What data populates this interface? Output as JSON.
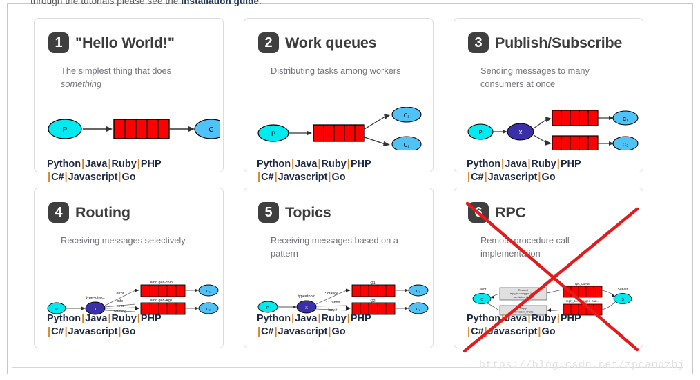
{
  "header_clip": {
    "before": "through the tutorials ",
    "middle": "please see the ",
    "link": "installation guide",
    "after": "."
  },
  "watermark": "https://blog.csdn.net/zpcandzhj",
  "colors": {
    "badge_bg": "#3f3f3f",
    "title": "#3c3c3c",
    "desc": "#73737a",
    "link": "#1f2a44",
    "separator": "#d98425",
    "queue_red": "#ff0000",
    "producer_cyan": "#00eaf0",
    "consumer_blue": "#4fc3f7",
    "exchange_indigo": "#3b2fa8",
    "strike_red": "#e8191b",
    "card_border": "#dcdcdc"
  },
  "languages": {
    "row1": [
      "Python",
      "Java",
      "Ruby",
      "PHP"
    ],
    "row2": [
      "C#",
      "Javascript",
      "Go"
    ],
    "separator": "|"
  },
  "cards": [
    {
      "number": "1",
      "title": "\"Hello World!\"",
      "desc_plain": "The simplest thing that does ",
      "desc_em": "something",
      "diagram": {
        "type": "hello-world",
        "producer": "P",
        "queue_cells": 5,
        "consumer": "C"
      }
    },
    {
      "number": "2",
      "title": "Work queues",
      "desc_plain": "Distributing tasks among workers",
      "desc_em": "",
      "diagram": {
        "type": "work-queues",
        "producer": "P",
        "queue_cells": 5,
        "consumers": [
          "C₁",
          "C₂"
        ]
      }
    },
    {
      "number": "3",
      "title": "Publish/Subscribe",
      "desc_plain": "Sending messages to many consumers at once",
      "desc_em": "",
      "diagram": {
        "type": "pub-sub",
        "producer": "P",
        "exchange": "X",
        "queue_cells": 5,
        "consumers": [
          "C₁",
          "C₂"
        ]
      }
    },
    {
      "number": "4",
      "title": "Routing",
      "desc_plain": "Receiving messages selectively",
      "desc_em": "",
      "diagram": {
        "type": "routing",
        "producer": "P",
        "exchange": "X",
        "exchange_label": "type=direct",
        "queue_names": [
          "amq.gen-S9b...",
          "amq.gen-Ag1..."
        ],
        "bindings_top": [
          "error"
        ],
        "bindings_bottom": [
          "info",
          "error",
          "warning"
        ],
        "consumers": [
          "C₁",
          "C₂"
        ]
      }
    },
    {
      "number": "5",
      "title": "Topics",
      "desc_plain": "Receiving messages based on a pattern",
      "desc_em": "",
      "diagram": {
        "type": "topics",
        "producer": "P",
        "exchange": "X",
        "exchange_label": "type=topic",
        "queue_names": [
          "Q1",
          "Q2"
        ],
        "bindings_top": [
          "*.orange.*"
        ],
        "bindings_bottom": [
          "*.*.rabbit",
          "lazy.#"
        ],
        "consumers": [
          "C₁",
          "C₂"
        ]
      }
    },
    {
      "number": "6",
      "title": "RPC",
      "desc_plain": "Remote procedure call implementation",
      "desc_em": "",
      "struck_out": true,
      "diagram": {
        "type": "rpc",
        "client_label": "Client",
        "client": "C",
        "server_label": "Server",
        "server": "S",
        "request_box": [
          "Request",
          "reply_to=amq.gen-Xa2...",
          "correlation_id=abc"
        ],
        "reply_box": [
          "Reply",
          "correlation_id=abc"
        ],
        "queue_top_label": "rpc_queue",
        "queue_bottom_label": "reply_to=amq.gen-Xa2...",
        "queue_cells": 5
      }
    }
  ]
}
